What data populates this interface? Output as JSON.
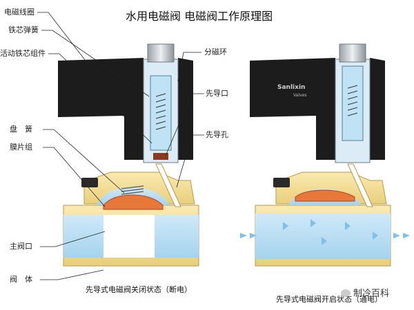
{
  "title": "水用电磁阀 电磁阀工作原理图",
  "labels_left": [
    "电磁线圈",
    "铁芯弹簧",
    "活动铁芯组件",
    "盘　簧",
    "膜片组",
    "主阀口",
    "阀　体"
  ],
  "labels_right": [
    "分磁环",
    "先导口",
    "先导孔"
  ],
  "captions": {
    "closed": "先导式电磁阀关闭状态（断电）",
    "open": "先导式电磁阀开启状态（通电）"
  },
  "brand": {
    "name": "Sanlixin",
    "sub": "Valves"
  },
  "watermark": "制冷百科",
  "colors": {
    "coil": "#1c1c1c",
    "brass": "#f4dd96",
    "water": "#b4dcf3",
    "diaphragm": "#e8783a"
  }
}
